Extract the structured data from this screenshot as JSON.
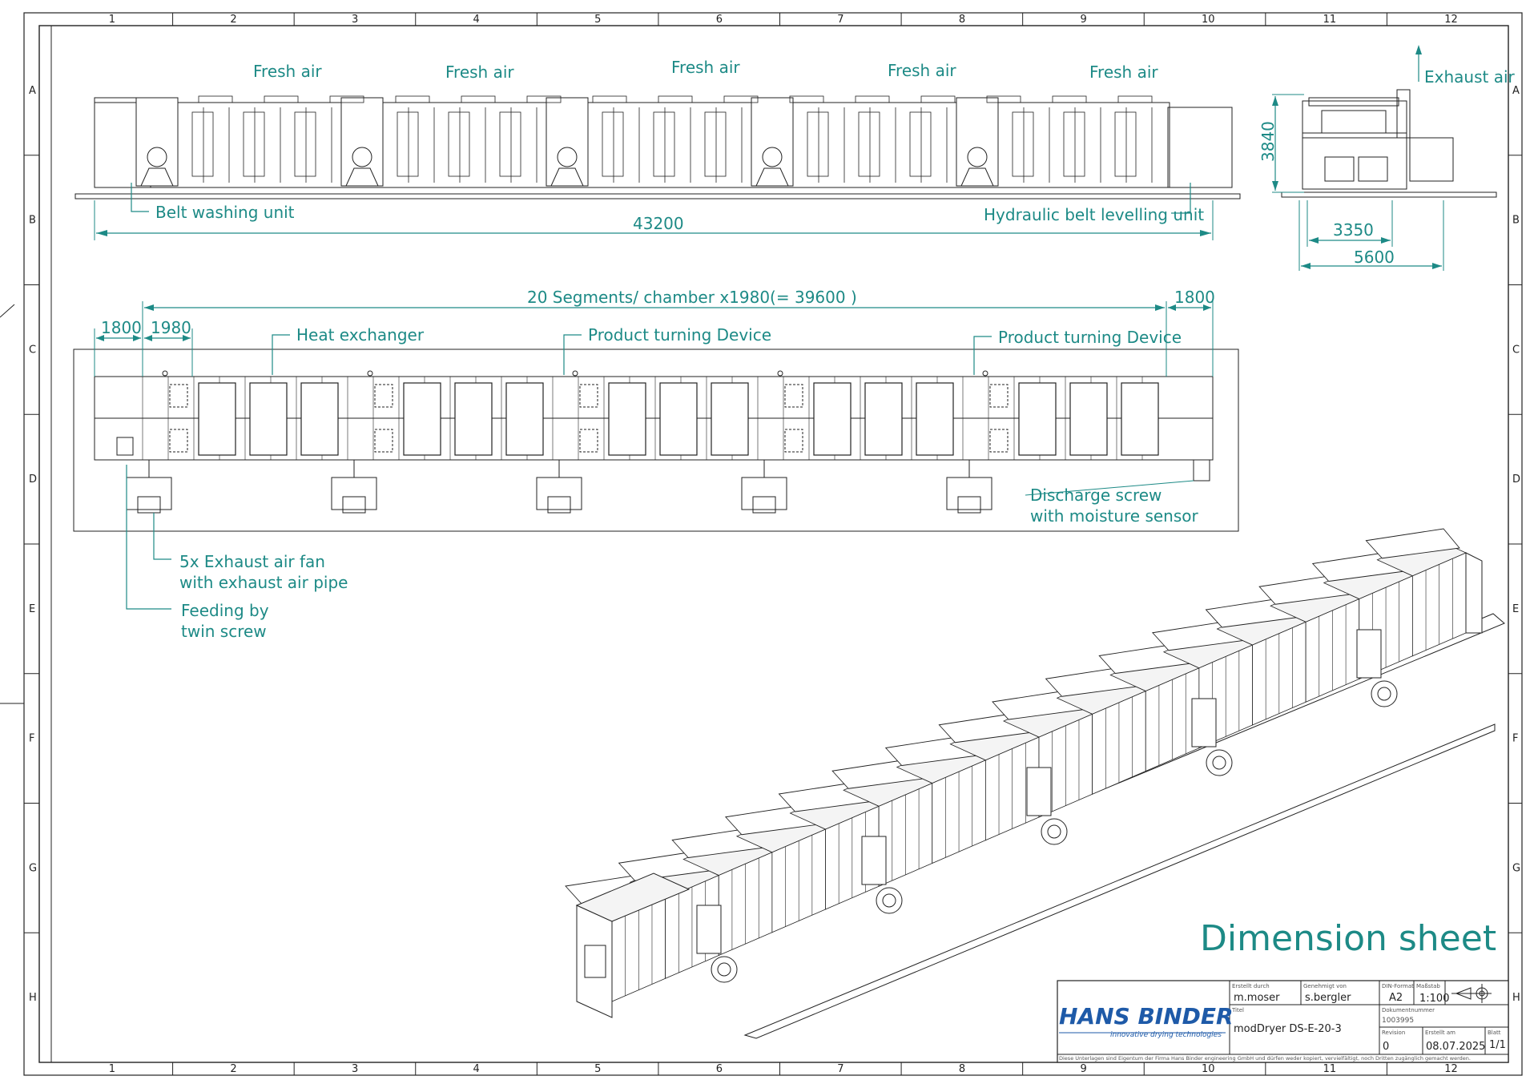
{
  "grid": {
    "columns": [
      "1",
      "2",
      "3",
      "4",
      "5",
      "6",
      "7",
      "8",
      "9",
      "10",
      "11",
      "12"
    ],
    "rows": [
      "A",
      "B",
      "C",
      "D",
      "E",
      "F",
      "G",
      "H"
    ]
  },
  "side_view": {
    "fresh_air_labels": [
      "Fresh air",
      "Fresh air",
      "Fresh air",
      "Fresh air",
      "Fresh air"
    ],
    "belt_washing_unit": "Belt washing unit",
    "hydraulic_belt_levelling_unit": "Hydraulic belt levelling unit",
    "overall_length": "43200"
  },
  "end_view": {
    "exhaust_air": "Exhaust air",
    "height": "3840",
    "width_inner": "3350",
    "width_outer": "5600"
  },
  "top_view": {
    "segments_dim": "20 Segments/ chamber x1980(= 39600 )",
    "dim_left": "1800",
    "dim_segment": "1980",
    "dim_right": "1800",
    "heat_exchanger": "Heat exchanger",
    "product_turning_1": "Product turning Device",
    "product_turning_2": "Product turning Device",
    "discharge_line1": "Discharge screw",
    "discharge_line2": "with moisture sensor",
    "exhaust_fan_line1": "5x Exhaust air fan",
    "exhaust_fan_line2": "with exhaust air pipe",
    "feeding_line1": "Feeding by",
    "feeding_line2": "twin screw"
  },
  "sheet_title": "Dimension sheet",
  "title_block": {
    "company": "HANS BINDER",
    "tagline": "innovative drying technologies",
    "created_by_label": "Erstellt durch",
    "created_by": "m.moser",
    "approved_by_label": "Genehmigt von",
    "approved_by": "s.bergler",
    "format_label": "DIN-Format",
    "format": "A2",
    "scale_label": "Maßstab",
    "scale": "1:100",
    "title_label": "Titel",
    "title": "modDryer DS-E-20-3",
    "doc_number_label": "Dokumentnummer",
    "doc_number": "1003995",
    "revision_label": "Revision",
    "revision": "0",
    "created_on_label": "Erstellt am",
    "created_on": "08.07.2025",
    "sheet_label": "Blatt",
    "sheet": "1/1",
    "footer": "Diese Unterlagen sind Eigentum der Firma Hans Binder engineering GmbH und dürfen weder kopiert, vervielfältigt, noch Dritten zugänglich gemacht werden."
  },
  "colors": {
    "accent": "#1d8a86",
    "line": "#222222"
  }
}
